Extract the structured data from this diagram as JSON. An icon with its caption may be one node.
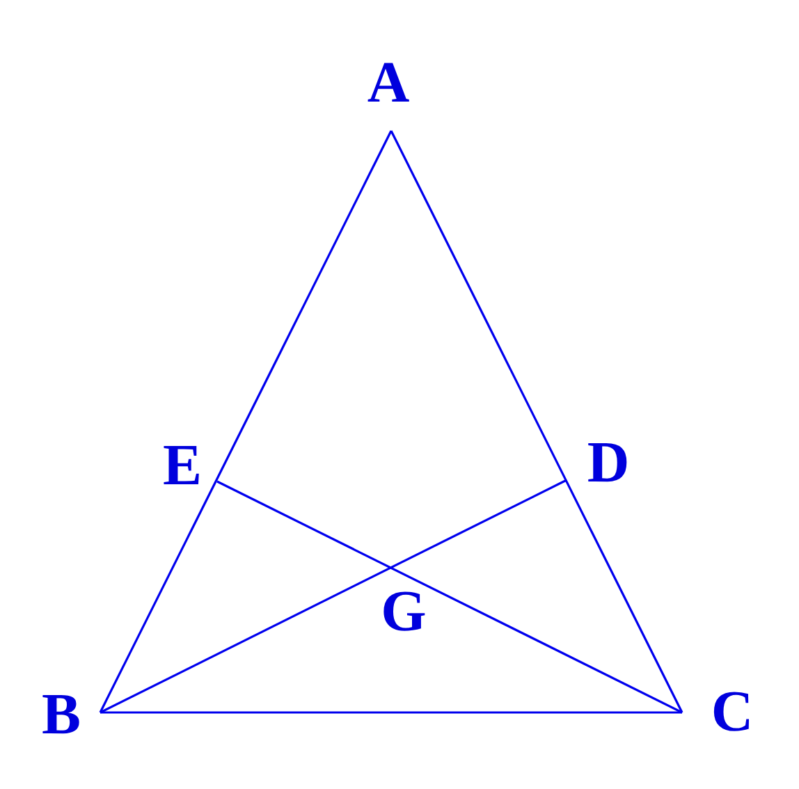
{
  "diagram": {
    "labels": [
      "A",
      "E",
      "D",
      "G",
      "B",
      "C"
    ]
  }
}
